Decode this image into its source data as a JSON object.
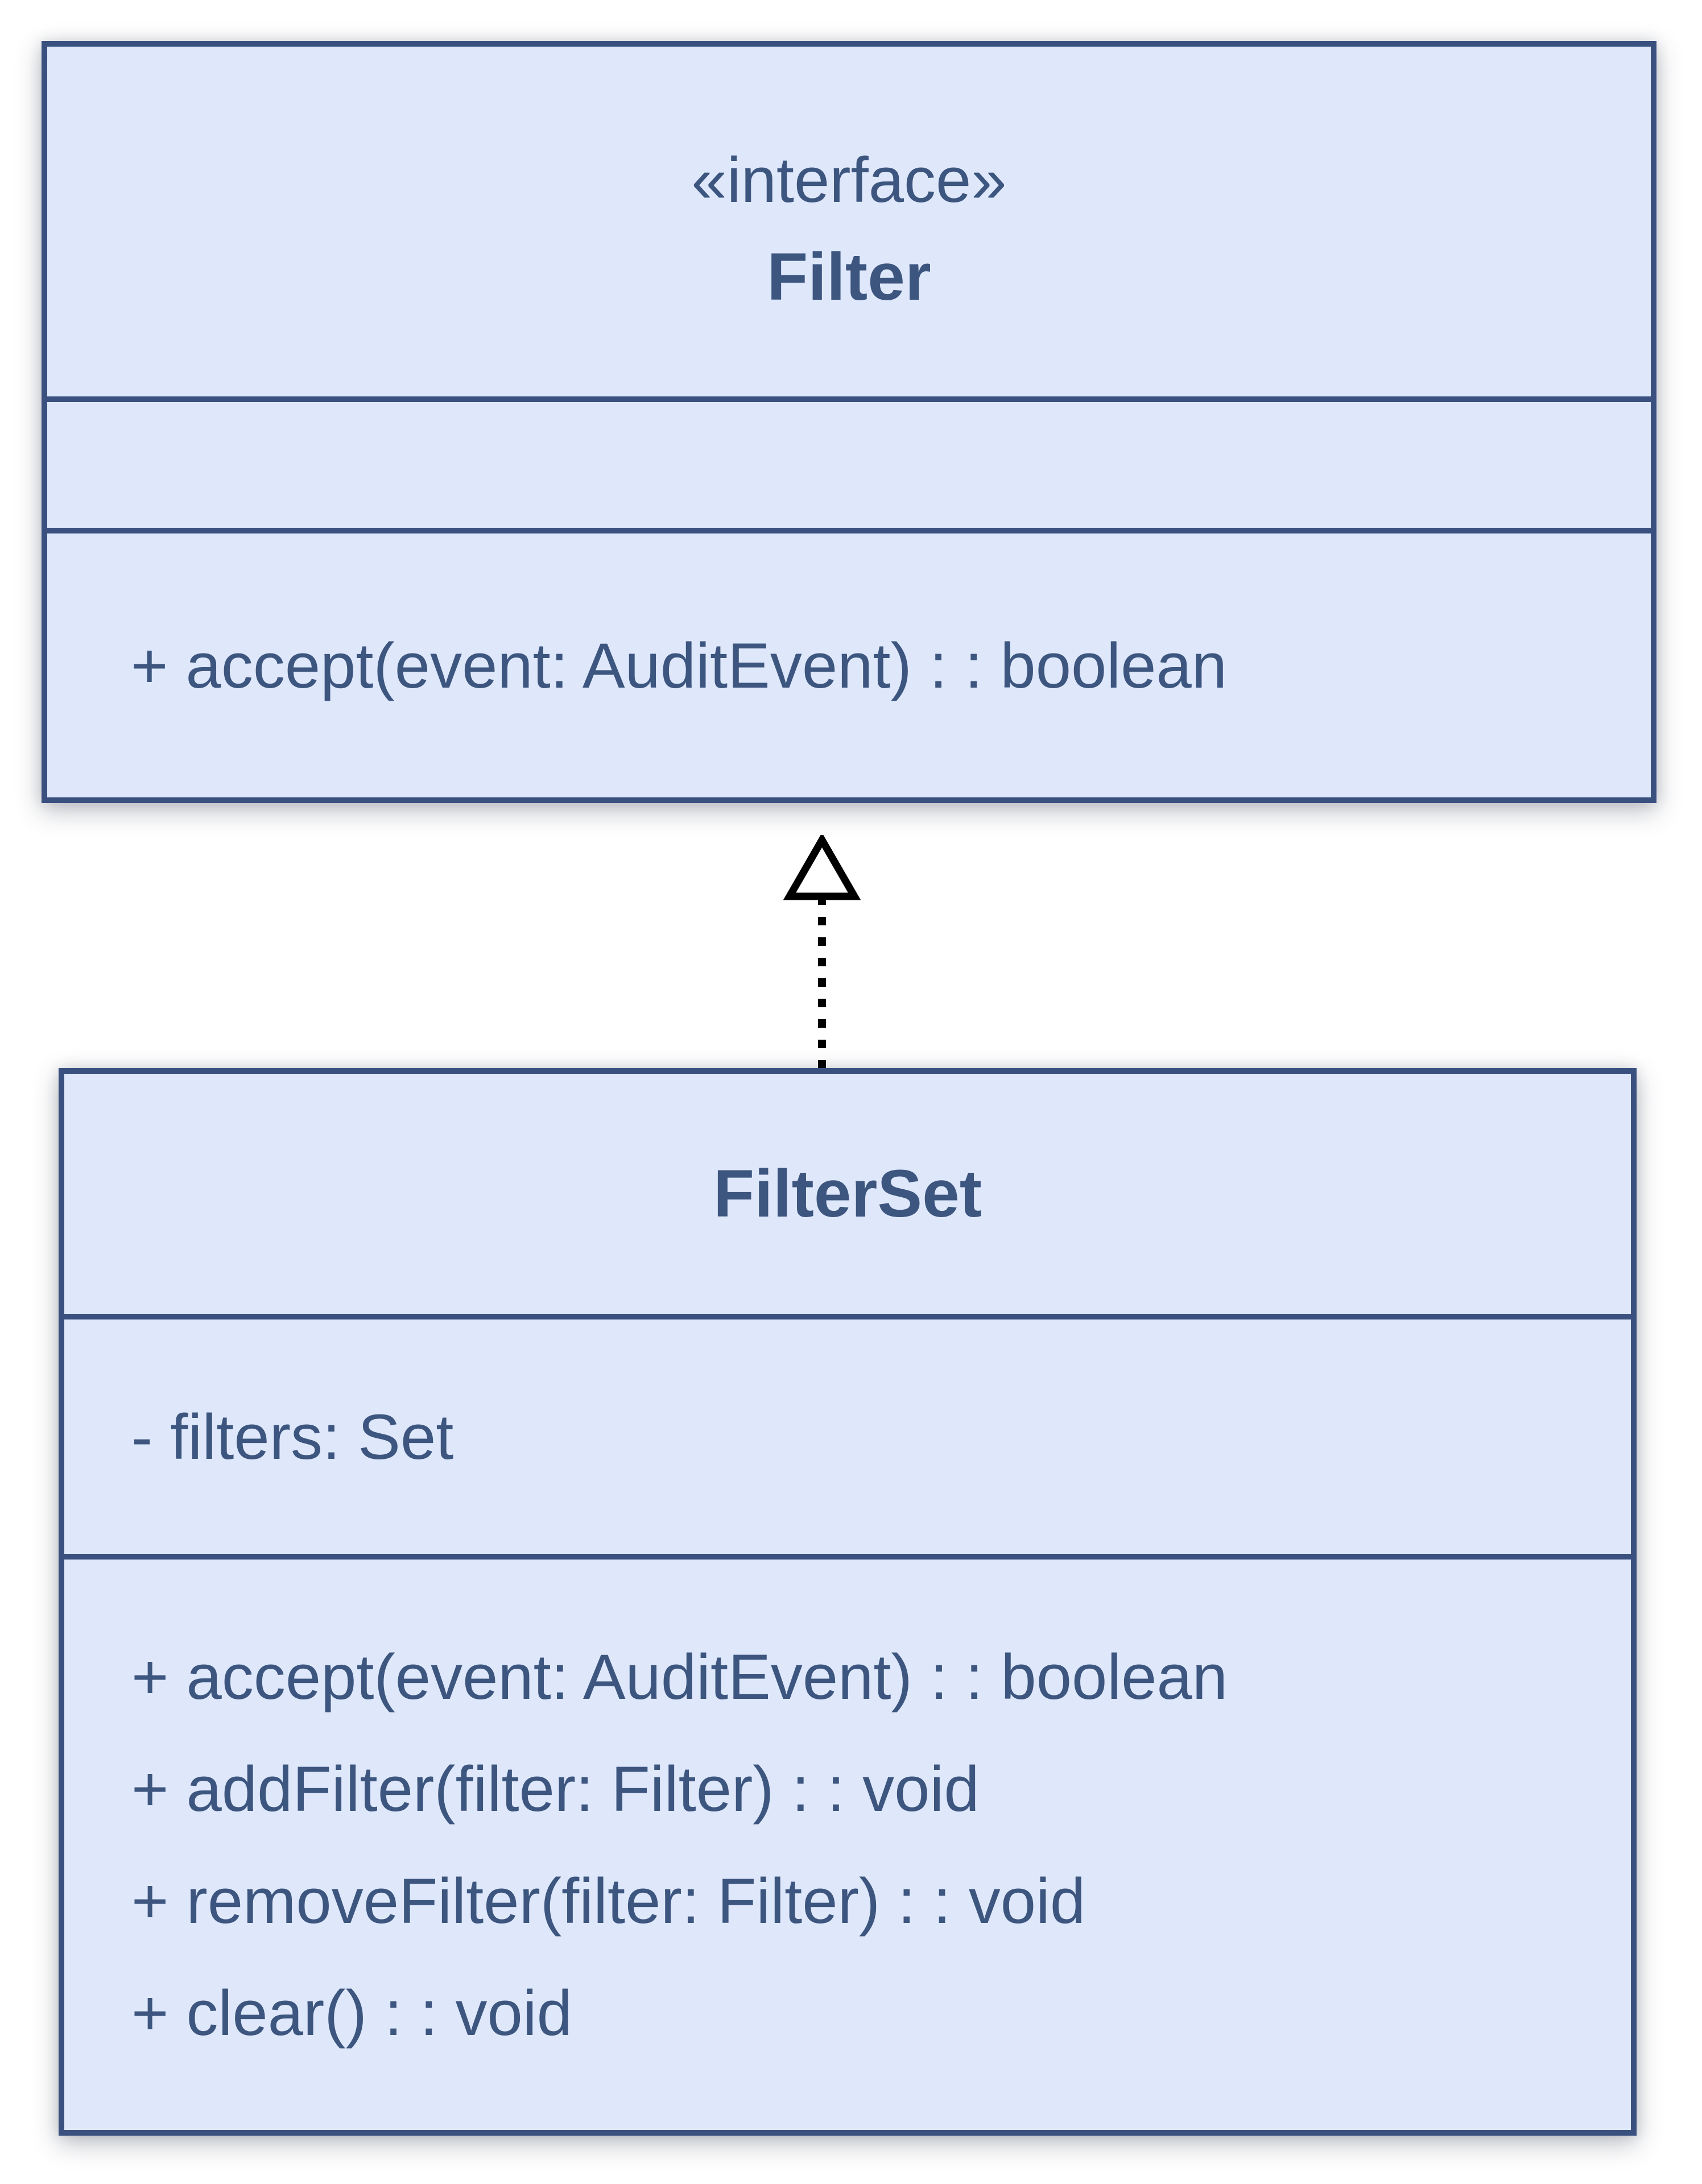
{
  "diagram": {
    "interface_box": {
      "stereotype": "«interface»",
      "name": "Filter",
      "attributes": [],
      "methods": [
        "+ accept(event: AuditEvent) : : boolean"
      ]
    },
    "class_box": {
      "name": "FilterSet",
      "attributes": [
        "- filters: Set"
      ],
      "methods": [
        "+ accept(event: AuditEvent) : : boolean",
        "+ addFilter(filter: Filter) : : void",
        "+ removeFilter(filter: Filter) : : void",
        "+ clear() : : void"
      ]
    },
    "relationship": {
      "type": "realization",
      "from": "FilterSet",
      "to": "Filter",
      "arrow_style": "dotted line with hollow triangle"
    },
    "colors": {
      "box_fill": "#dfe8fb",
      "box_border": "#3a5180",
      "text": "#3d567f",
      "arrow": "#000000",
      "background": "#ffffff"
    }
  }
}
